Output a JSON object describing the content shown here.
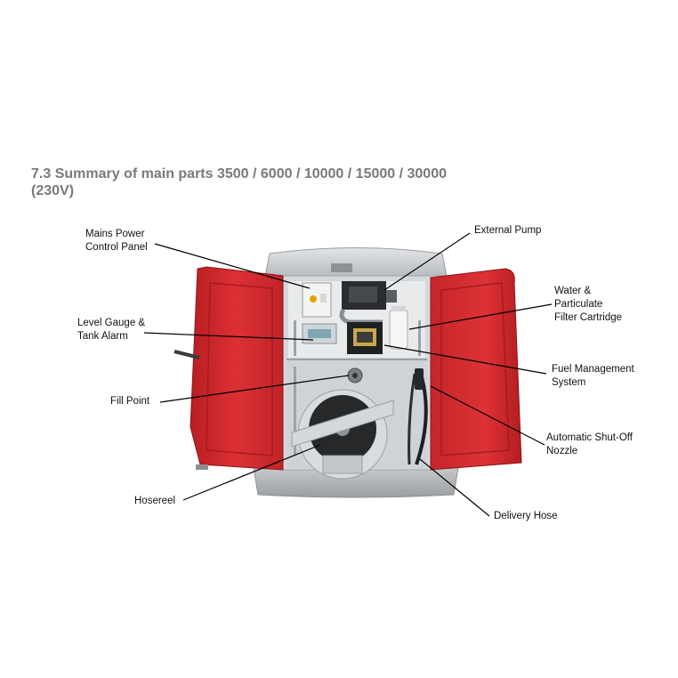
{
  "section": {
    "number": "7.3",
    "title_line1": "Summary of main parts 3500 / 6000 / 10000 / 15000 / 30000",
    "title_line2": "(230V)"
  },
  "labels": {
    "mains_power_line1": "Mains Power",
    "mains_power_line2": "Control Panel",
    "level_gauge_line1": "Level Gauge &",
    "level_gauge_line2": "Tank Alarm",
    "fill_point": "Fill Point",
    "hosereel": "Hosereel",
    "external_pump": "External Pump",
    "water_filter_line1": "Water &",
    "water_filter_line2": "Particulate",
    "water_filter_line3": "Filter Cartridge",
    "fuel_management_line1": "Fuel Management",
    "fuel_management_line2": "System",
    "shutoff_nozzle_line1": "Automatic Shut-Off",
    "shutoff_nozzle_line2": "Nozzle",
    "delivery_hose": "Delivery Hose"
  },
  "colors": {
    "door_red": "#d42a2e",
    "door_red_dark": "#a8191d",
    "body_grey": "#c9ccd0",
    "heading_grey": "#7a7a7a"
  }
}
